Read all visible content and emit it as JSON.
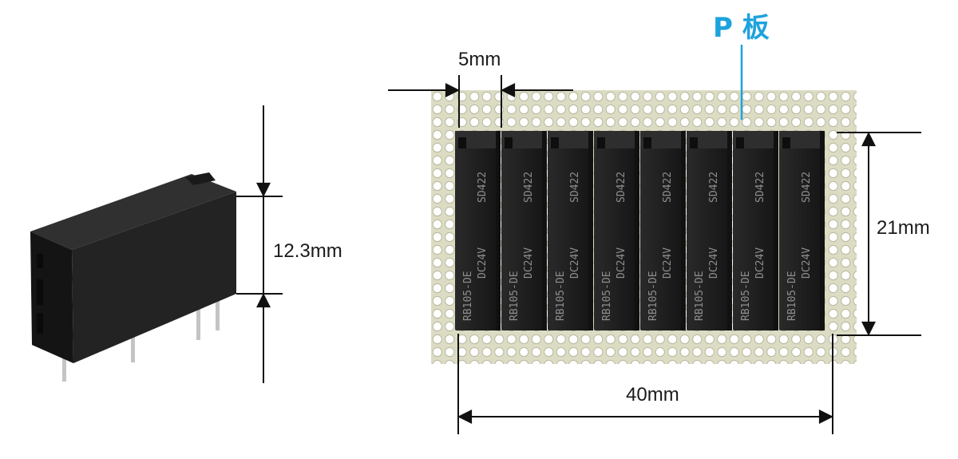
{
  "single_relay": {
    "height_label": "12.3mm"
  },
  "board": {
    "label": "P 板",
    "label_color": "#1ea3dc",
    "pitch_label": "5mm",
    "height_label": "21mm",
    "width_label": "40mm",
    "relay_count": 8,
    "board_color": "#dcdcc4",
    "relay_color": "#1f1f1f"
  },
  "relay_markings": {
    "model": "RB105-DE",
    "voltage": "DC24V",
    "code": "SD422"
  }
}
